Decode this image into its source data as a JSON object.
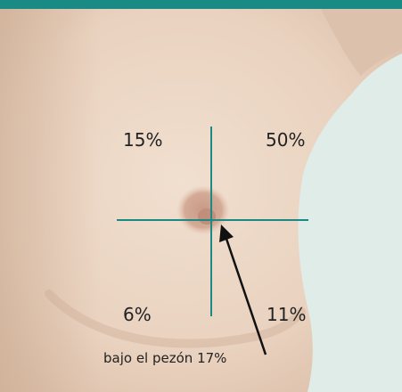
{
  "quadrants": {
    "upper_left": "15%",
    "upper_right": "50%",
    "lower_left": "6%",
    "lower_right": "11%"
  },
  "annotation": "bajo el pezón 17%",
  "colors": {
    "header_bar": "#1a8a85",
    "crosshair": "#1a8a85",
    "arrow": "#111111",
    "background": "#dfece7"
  }
}
